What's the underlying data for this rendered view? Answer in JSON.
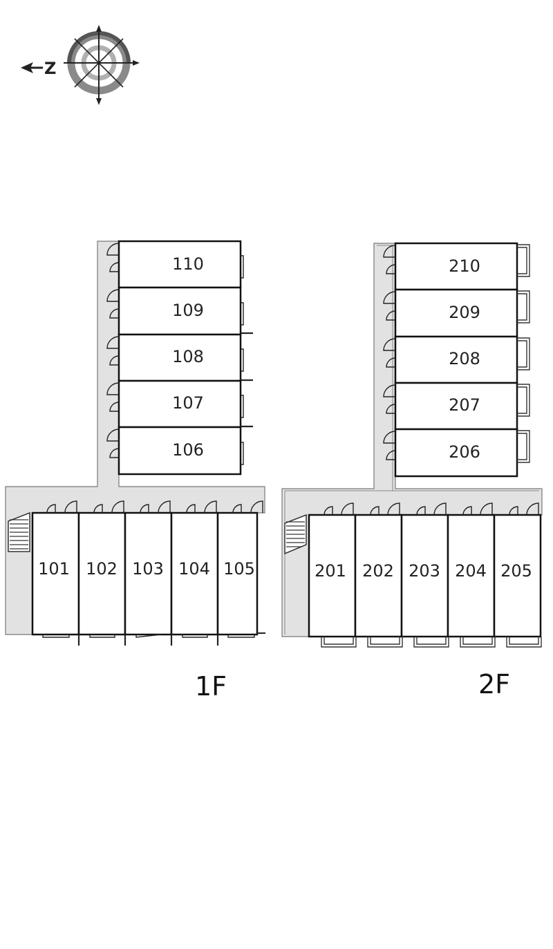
{
  "compass": {
    "north_letter": "Z"
  },
  "floors": [
    {
      "label": "1F",
      "units_branch": [
        "110",
        "109",
        "108",
        "107",
        "106"
      ],
      "units_row": [
        "101",
        "102",
        "103",
        "104",
        "105"
      ]
    },
    {
      "label": "2F",
      "units_branch": [
        "210",
        "209",
        "208",
        "207",
        "206"
      ],
      "units_row": [
        "201",
        "202",
        "203",
        "204",
        "205"
      ]
    }
  ],
  "colors": {
    "corridor": "#e2e2e2",
    "wall": "#111111",
    "compass_ring": "#8a8a8a"
  }
}
